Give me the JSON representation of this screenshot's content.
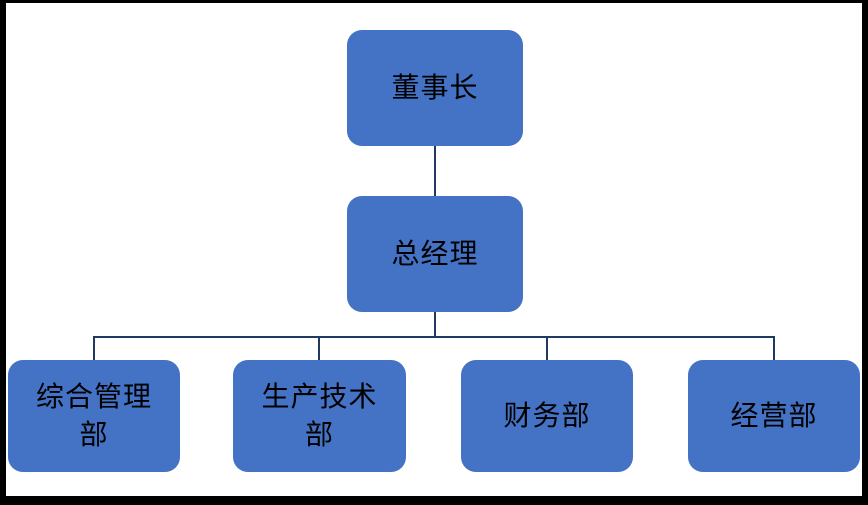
{
  "diagram": {
    "type": "org-chart",
    "colors": {
      "node_fill": "#4472C4",
      "node_text": "#000000",
      "connector": "#1F3864",
      "background": "#FFFFFF",
      "frame": "#000000"
    },
    "nodes": {
      "chairman": {
        "label": "董事长"
      },
      "general_manager": {
        "label": "总经理"
      },
      "dept_admin": {
        "label": "综合管理\n部"
      },
      "dept_production": {
        "label": "生产技术\n部"
      },
      "dept_finance": {
        "label": "财务部"
      },
      "dept_operations": {
        "label": "经营部"
      }
    },
    "edges": [
      "chairman->general_manager",
      "general_manager->dept_admin",
      "general_manager->dept_production",
      "general_manager->dept_finance",
      "general_manager->dept_operations"
    ]
  }
}
